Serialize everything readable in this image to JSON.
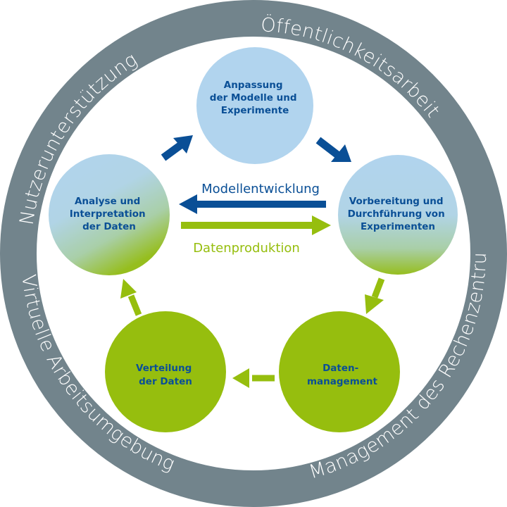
{
  "colors": {
    "ring": "#72848c",
    "ring_text": "#ffffff",
    "node_blue": "#b1d4ee",
    "node_green": "#96be0e",
    "arrow_blue": "#0a4f96",
    "arrow_green": "#96be0e",
    "label_blue": "#0a4f96",
    "label_green": "#96be0e"
  },
  "ring": {
    "labels": [
      {
        "id": "nutzer",
        "text": "Nutzerunterstützung"
      },
      {
        "id": "oeffentlich",
        "text": "Öffentlichkeitsarbeit"
      },
      {
        "id": "management",
        "text": "Management des Rechenzentrums"
      },
      {
        "id": "virtuell",
        "text": "Virtuelle Arbeitsumgebung"
      }
    ]
  },
  "nodes": [
    {
      "id": "anpassung",
      "lines": [
        "Anpassung",
        "der Modelle und",
        "Experimente"
      ],
      "fill": "blue"
    },
    {
      "id": "vorbereitung",
      "lines": [
        "Vorbereitung und",
        "Durchführung von",
        "Experimenten"
      ],
      "fill": "gradient"
    },
    {
      "id": "datenmanagement",
      "lines": [
        "Daten-",
        "management"
      ],
      "fill": "green"
    },
    {
      "id": "verteilung",
      "lines": [
        "Verteilung",
        "der Daten"
      ],
      "fill": "green"
    },
    {
      "id": "analyse",
      "lines": [
        "Analyse und",
        "Interpretation",
        "der Daten"
      ],
      "fill": "gradient"
    }
  ],
  "flows": {
    "modellentwicklung": "Modellentwicklung",
    "datenproduktion": "Datenproduktion"
  },
  "cycle_arrows": [
    {
      "from": "analyse",
      "to": "anpassung",
      "color": "blue"
    },
    {
      "from": "anpassung",
      "to": "vorbereitung",
      "color": "blue"
    },
    {
      "from": "vorbereitung",
      "to": "datenmanagement",
      "color": "green"
    },
    {
      "from": "datenmanagement",
      "to": "verteilung",
      "color": "green"
    },
    {
      "from": "verteilung",
      "to": "analyse",
      "color": "green"
    }
  ]
}
